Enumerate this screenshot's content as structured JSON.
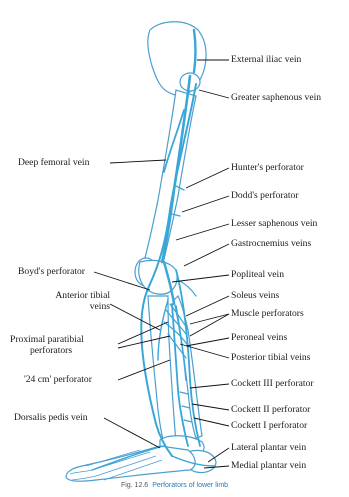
{
  "labels": {
    "external_iliac_vein": "External iliac vein",
    "greater_saphenous_vein": "Greater saphenous vein",
    "deep_femoral_vein": "Deep femoral vein",
    "hunters_perforator": "Hunter's perforator",
    "dodds_perforator": "Dodd's perforator",
    "lesser_saphenous_vein": "Lesser saphenous vein",
    "gastrocnemius_veins": "Gastrocnemius veins",
    "boyds_perforator": "Boyd's perforator",
    "popliteal_vein": "Popliteal vein",
    "anterior_tibial_veins_1": "Anterior tibial",
    "anterior_tibial_veins_2": "veins",
    "soleus_veins": "Soleus veins",
    "muscle_perforators": "Muscle perforators",
    "proximal_paratibial_1": "Proximal paratibial",
    "proximal_paratibial_2": "perforators",
    "peroneal_veins": "Peroneal veins",
    "posterior_tibial_veins": "Posterior tibial veins",
    "perforator_24cm": "'24 cm' perforator",
    "cockett_3": "Cockett III perforator",
    "dorsalis_pedis_vein": "Dorsalis pedis vein",
    "cockett_2": "Cockett II perforator",
    "cockett_1": "Cockett I perforator",
    "lateral_plantar_vein": "Lateral plantar vein",
    "medial_plantar_vein": "Medial plantar vein"
  },
  "caption": {
    "figure_number": "Fig. 12.6",
    "title": "Perforators of lower limb"
  },
  "colors": {
    "vein": "#3aa6d8",
    "bone_outline": "#4a9fd0",
    "bone_fill": "#ffffff",
    "leader": "#111111"
  }
}
